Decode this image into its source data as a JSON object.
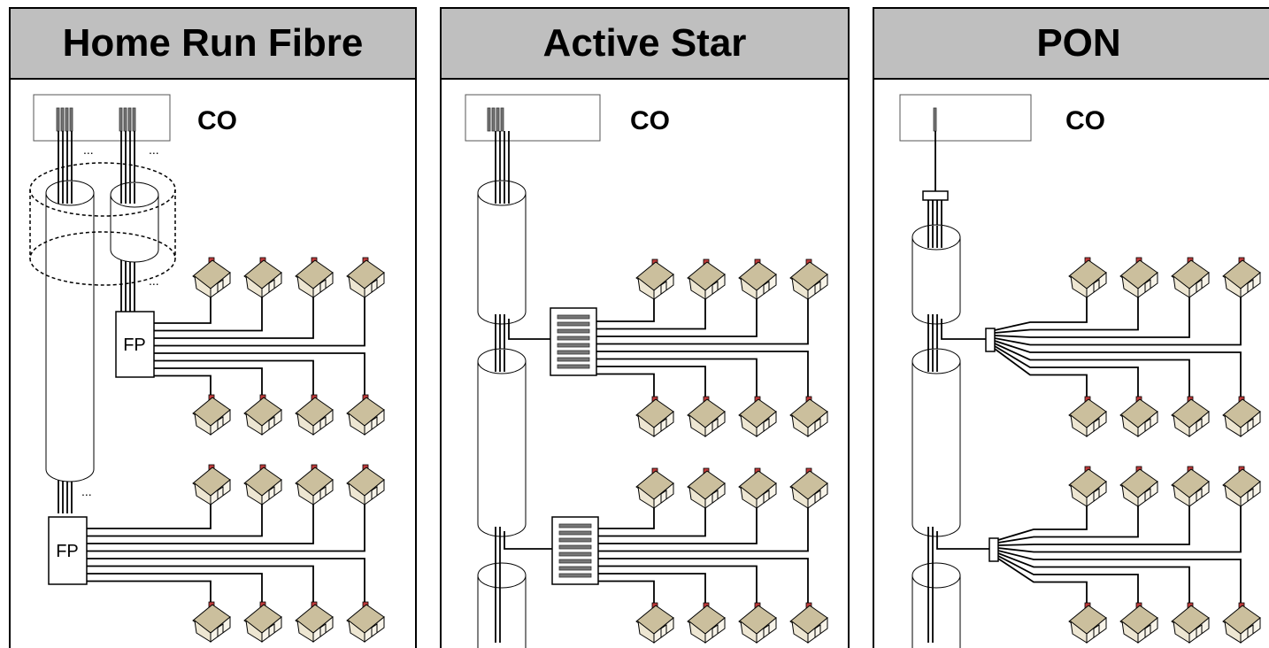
{
  "panels": [
    {
      "title": "Home Run Fibre",
      "co_label": "CO",
      "fp_label": "FP"
    },
    {
      "title": "Active Star",
      "co_label": "CO"
    },
    {
      "title": "PON",
      "co_label": "CO"
    }
  ],
  "colors": {
    "header_bg": "#bfbfbf",
    "house_wall": "#ede6d2",
    "house_roof": "#cbbf9d",
    "chimney": "#c23b3b",
    "switch_slot": "#777777"
  }
}
